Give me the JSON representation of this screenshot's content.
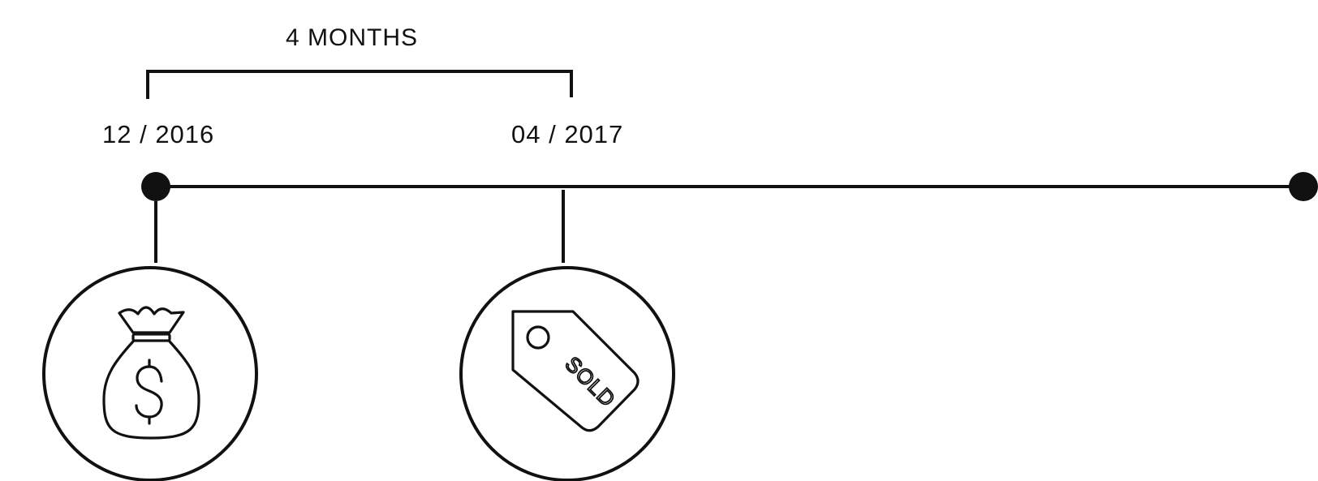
{
  "duration_label": "4 MONTHS",
  "events": [
    {
      "date": "12 / 2016",
      "icon": "money-bag-icon"
    },
    {
      "date": "04 / 2017",
      "icon": "sold-tag-icon",
      "icon_text": "SOLD"
    }
  ],
  "colors": {
    "stroke": "#111111",
    "background": "#ffffff"
  }
}
